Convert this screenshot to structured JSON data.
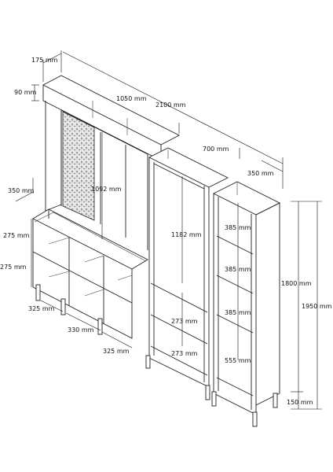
{
  "dimensions": {
    "top_depth": "175 mm",
    "top_height": "90 mm",
    "left_width": "1050 mm",
    "total_width": "2100 mm",
    "middle_width": "700 mm",
    "right_depth": "350 mm",
    "left_depth": "350 mm",
    "upper_left_height": "1092 mm",
    "middle_upper_height": "1182 mm",
    "cube_height_1": "275 mm",
    "cube_height_2": "275 mm",
    "cube_width_1": "325 mm",
    "cube_width_2": "330 mm",
    "cube_width_3": "325 mm",
    "middle_lower_1": "273 mm",
    "middle_lower_2": "273 mm",
    "right_shelf_1": "385 mm",
    "right_shelf_2": "385 mm",
    "right_shelf_3": "385 mm",
    "right_bottom": "555 mm",
    "right_height": "1800 mm",
    "overall_height": "1950 mm",
    "leg_height": "150 mm"
  }
}
